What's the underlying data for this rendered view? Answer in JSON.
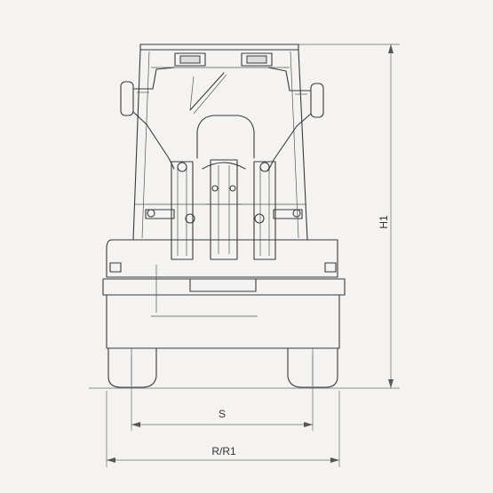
{
  "dimensions": {
    "height_label": "H1",
    "track_label": "S",
    "width_label": "R/R1"
  }
}
